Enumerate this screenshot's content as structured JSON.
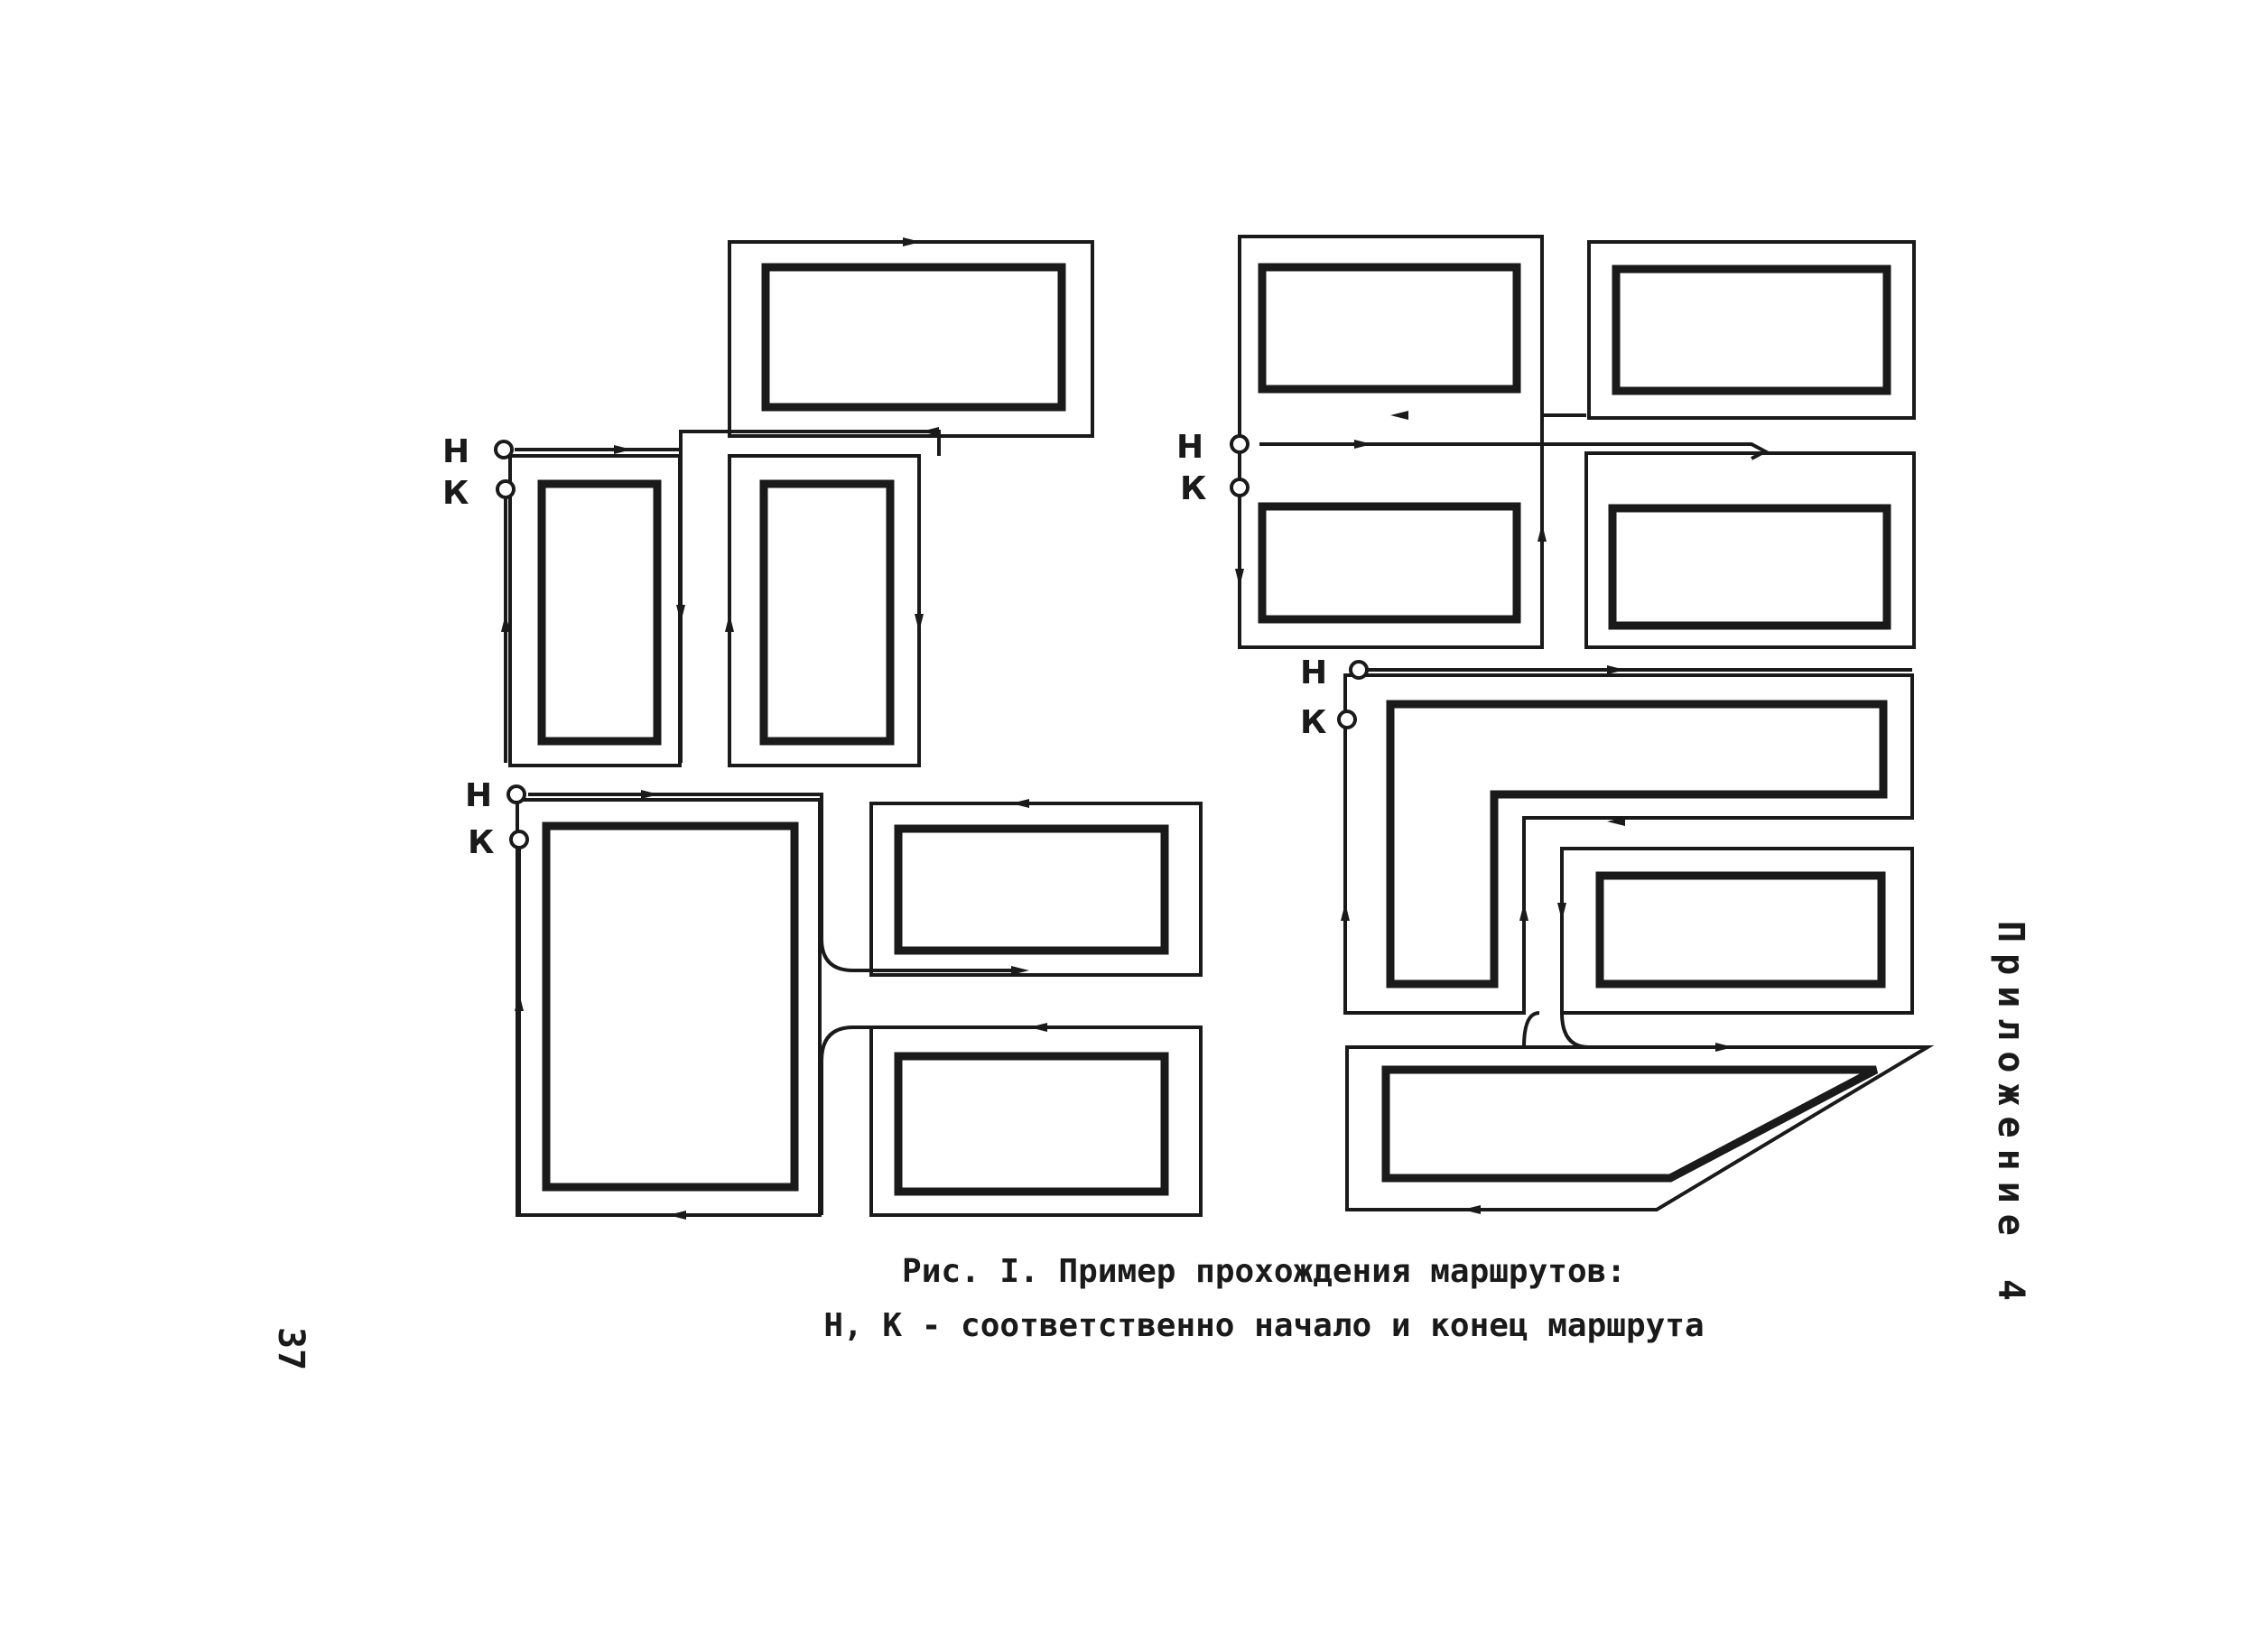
{
  "figure": {
    "caption_line_1": "Рис. I. Пример прохождения маршрутов:",
    "caption_line_2": "Н, К - соответственно начало и конец маршрута"
  },
  "markers": {
    "start": "Н",
    "end": "К"
  },
  "page_number": "37",
  "appendix_label": "Приложение 4"
}
